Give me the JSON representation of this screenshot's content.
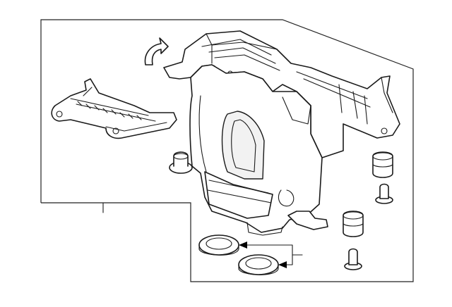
{
  "diagram": {
    "callouts": [],
    "parts": [
      {
        "name": "blower-housing"
      },
      {
        "name": "bracket"
      },
      {
        "name": "clip"
      },
      {
        "name": "grommet"
      },
      {
        "name": "cushion"
      },
      {
        "name": "bolt"
      },
      {
        "name": "seal"
      }
    ],
    "colors": {
      "line": "#1a1a1a",
      "background": "#ffffff",
      "fill": "#ffffff"
    }
  }
}
